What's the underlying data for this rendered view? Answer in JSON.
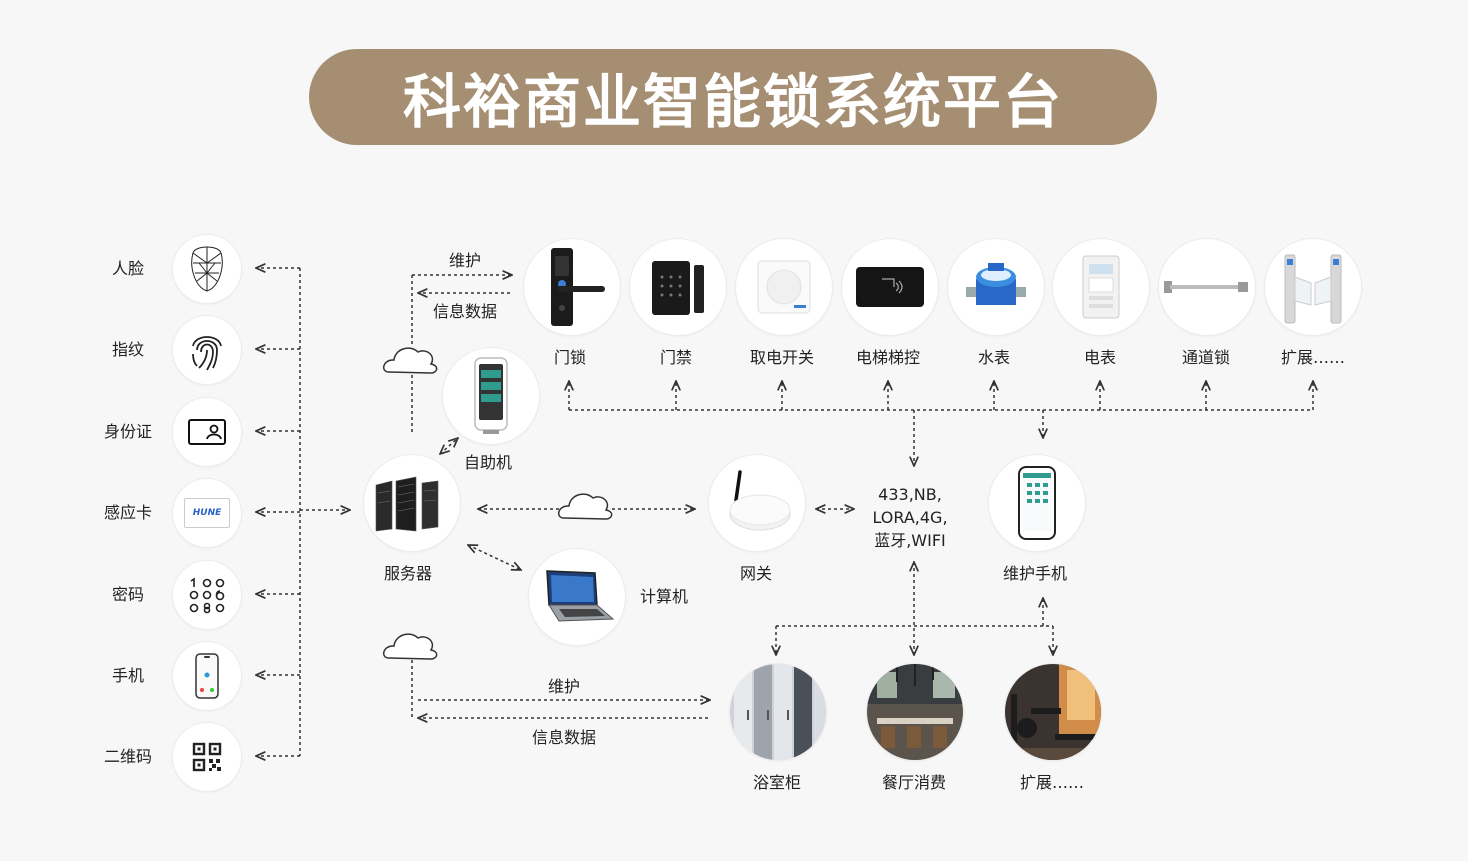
{
  "title": "科裕商业智能锁系统平台",
  "auth_methods": [
    "人脸",
    "指纹",
    "身份证",
    "感应卡",
    "密码",
    "手机",
    "二维码"
  ],
  "card_brand": "HUNE",
  "devices": [
    "门锁",
    "门禁",
    "取电开关",
    "电梯梯控",
    "水表",
    "电表",
    "通道锁",
    "扩展……"
  ],
  "server": {
    "label": "服务器"
  },
  "kiosk": {
    "label": "自助机"
  },
  "computer": {
    "label": "计算机"
  },
  "gateway": {
    "label": "网关"
  },
  "maintenance_phone": {
    "label": "维护手机"
  },
  "network": {
    "line1": "433,NB,",
    "line2": "LORA,4G,",
    "line3": "蓝牙,WIFI"
  },
  "flow_top": {
    "maintain": "维护",
    "data": "信息数据"
  },
  "flow_bottom": {
    "maintain": "维护",
    "data": "信息数据"
  },
  "scenes": [
    "浴室柜",
    "餐厅消费",
    "扩展……"
  ],
  "colors": {
    "title_bg": "#a58e72",
    "background": "#f7f7f7",
    "line": "#333333"
  }
}
